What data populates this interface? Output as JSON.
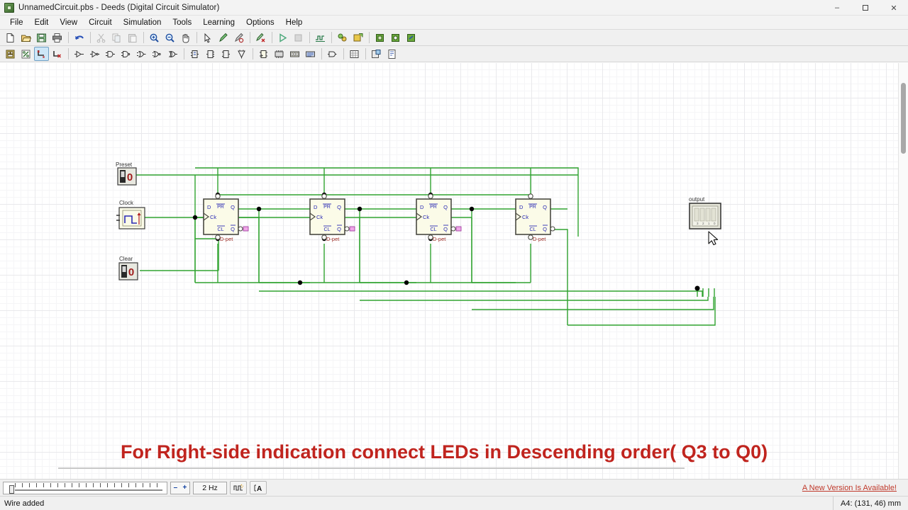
{
  "window": {
    "title": "UnnamedCircuit.pbs - Deeds (Digital Circuit Simulator)",
    "icon": "app-chip-icon",
    "controls": {
      "minimize": "–",
      "maximize": "❐",
      "close": "✕"
    }
  },
  "menu": {
    "items": [
      {
        "label": "File"
      },
      {
        "label": "Edit"
      },
      {
        "label": "View"
      },
      {
        "label": "Circuit"
      },
      {
        "label": "Simulation"
      },
      {
        "label": "Tools"
      },
      {
        "label": "Learning"
      },
      {
        "label": "Options"
      },
      {
        "label": "Help"
      }
    ]
  },
  "toolbar_main": {
    "buttons": [
      {
        "name": "new-file-icon",
        "title": "New"
      },
      {
        "name": "open-folder-icon",
        "title": "Open"
      },
      {
        "name": "save-disk-icon",
        "title": "Save"
      },
      {
        "name": "print-icon",
        "title": "Print"
      },
      {
        "name": "undo-arrow-icon",
        "title": "Undo"
      },
      {
        "name": "cut-scissors-icon",
        "title": "Cut"
      },
      {
        "name": "copy-icon",
        "title": "Copy"
      },
      {
        "name": "paste-icon",
        "title": "Paste"
      },
      {
        "name": "zoom-in-icon",
        "title": "Zoom In"
      },
      {
        "name": "zoom-out-icon",
        "title": "Zoom Out"
      },
      {
        "name": "pan-hand-icon",
        "title": "Pan"
      },
      {
        "name": "select-arrow-icon",
        "title": "Select"
      },
      {
        "name": "probe-pen-icon",
        "title": "Probe"
      },
      {
        "name": "animate-icon",
        "title": "Animate"
      },
      {
        "name": "clear-probe-icon",
        "title": "Clear Probes"
      },
      {
        "name": "run-play-icon",
        "title": "Run Simulation"
      },
      {
        "name": "stop-icon",
        "title": "Stop"
      },
      {
        "name": "timing-diagram-icon",
        "title": "Timing Diagram"
      },
      {
        "name": "components-icon",
        "title": "Components"
      },
      {
        "name": "add-component-icon",
        "title": "Add Component"
      },
      {
        "name": "chip-green-icon",
        "title": "FPGA"
      },
      {
        "name": "chip-settings-icon",
        "title": "Chip Settings"
      },
      {
        "name": "chip-export-icon",
        "title": "Export Chip"
      }
    ]
  },
  "toolbar_secondary": {
    "buttons": [
      {
        "name": "grid-panel-icon",
        "title": "Panel"
      },
      {
        "name": "percent-tool-icon",
        "title": "Properties"
      },
      {
        "name": "draw-wire-icon",
        "title": "Draw Wire",
        "active": true
      },
      {
        "name": "delete-wire-icon",
        "title": "Delete Wire"
      },
      {
        "name": "buffer-gate-icon",
        "title": "Buffer"
      },
      {
        "name": "not-gate-icon",
        "title": "NOT Gate"
      },
      {
        "name": "and-gate-icon",
        "title": "AND Gate"
      },
      {
        "name": "nand-gate-icon",
        "title": "NAND Gate"
      },
      {
        "name": "or-gate-icon",
        "title": "OR Gate"
      },
      {
        "name": "nor-gate-icon",
        "title": "NOR Gate"
      },
      {
        "name": "xor-gate-icon",
        "title": "XOR Gate"
      },
      {
        "name": "mux-icon",
        "title": "Multiplexer"
      },
      {
        "name": "decoder-icon",
        "title": "Decoder"
      },
      {
        "name": "demux-icon",
        "title": "Demultiplexer"
      },
      {
        "name": "comparator-icon",
        "title": "Comparator"
      },
      {
        "name": "flipflop-icon",
        "title": "Flip-Flop"
      },
      {
        "name": "register-icon",
        "title": "Register"
      },
      {
        "name": "counter-icon",
        "title": "Counter"
      },
      {
        "name": "memory-icon",
        "title": "Memory"
      },
      {
        "name": "output-pin-icon",
        "title": "Output"
      },
      {
        "name": "display-grid-icon",
        "title": "Display"
      },
      {
        "name": "subcircuit-icon",
        "title": "Subcircuit"
      },
      {
        "name": "documentation-icon",
        "title": "Documentation"
      }
    ]
  },
  "circuit": {
    "inputs": [
      {
        "name": "preset-switch",
        "label": "Preset",
        "value": "0"
      },
      {
        "name": "clock-generator",
        "label": "Clock",
        "value": ""
      },
      {
        "name": "clear-switch",
        "label": "Clear",
        "value": "0"
      }
    ],
    "flipflops": [
      {
        "id": "ff1",
        "type_label": "D-pet",
        "pins": {
          "d": "D",
          "pr": "PR",
          "q": "Q",
          "ck": "Ck",
          "cl": "CL",
          "qn": "Q"
        }
      },
      {
        "id": "ff2",
        "type_label": "D-pet",
        "pins": {
          "d": "D",
          "pr": "PR",
          "q": "Q",
          "ck": "Ck",
          "cl": "CL",
          "qn": "Q"
        }
      },
      {
        "id": "ff3",
        "type_label": "D-pet",
        "pins": {
          "d": "D",
          "pr": "PR",
          "q": "Q",
          "ck": "Ck",
          "cl": "CL",
          "qn": "Q"
        }
      },
      {
        "id": "ff4",
        "type_label": "D-pet",
        "pins": {
          "d": "D",
          "pr": "PR",
          "q": "Q",
          "ck": "Ck",
          "cl": "CL",
          "qn": "Q"
        }
      }
    ],
    "output": {
      "name": "output-led-bar",
      "label": "output",
      "leds": 4
    },
    "annotation": "For Right-side indication connect LEDs in Descending order( Q3 to Q0)",
    "colors": {
      "wire": "#31a431",
      "component_fill": "#fbfbe8",
      "component_stroke": "#4a4a42",
      "pin_label": "#2a2ab4",
      "type_label": "#a03028",
      "annotation": "#c0241e",
      "switch_digit": "#9e1b1b"
    }
  },
  "bottombar": {
    "minus": "–",
    "plus": "+",
    "frequency": "2 Hz",
    "clock_mode_icon": "clock-waveform-icon",
    "font_icon": "text-font-icon",
    "version_link": "A New Version Is Available!"
  },
  "statusbar": {
    "message": "Wire added",
    "coordinates": "A4: (131, 46) mm"
  }
}
